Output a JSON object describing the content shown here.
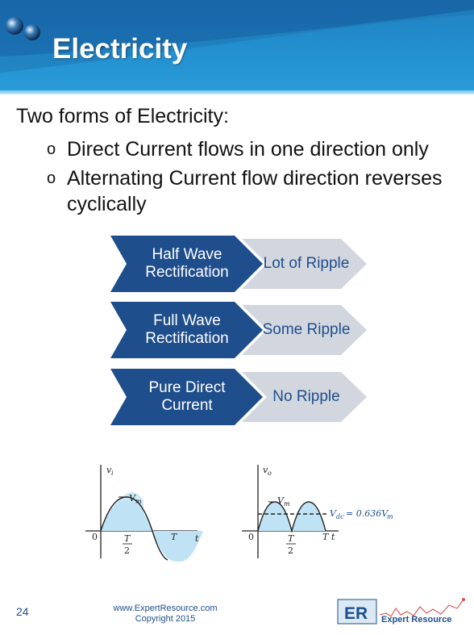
{
  "slide": {
    "title": "Electricity",
    "intro": "Two forms of Electricity:",
    "bullets": [
      "Direct Current flows in one direction only",
      "Alternating Current flow direction reverses cyclically"
    ],
    "bullet_marker": "o",
    "colors": {
      "header": "#1e86c9",
      "chevron_dark": "#1f4e8c",
      "chevron_light": "#d2d6de"
    }
  },
  "chevrons": [
    {
      "left": "Half Wave Rectification",
      "right": "Lot of Ripple"
    },
    {
      "left": "Full Wave Rectification",
      "right": "Some Ripple"
    },
    {
      "left": "Pure Direct Current",
      "right": "No Ripple"
    }
  ],
  "waveforms": {
    "ac": {
      "y_label": "v",
      "y_sub": "i",
      "peak_label": "V",
      "peak_sub": "m",
      "origin": "0",
      "half_period_num": "T",
      "half_period_den": "2",
      "period": "T",
      "t_label": "t"
    },
    "dc": {
      "y_label": "v",
      "y_sub": "o",
      "peak_label": "V",
      "peak_sub": "m",
      "origin": "0",
      "half_period_num": "T",
      "half_period_den": "2",
      "period": "T",
      "t_label": "t",
      "vdc_label": "V",
      "vdc_sub": "dc",
      "vdc_eq": "= 0.636V",
      "vdc_eq_sub": "m"
    }
  },
  "footer": {
    "page_number": "24",
    "website": "www.ExpertResource.com",
    "copyright": "Copyright 2015",
    "logo_initials": "ER",
    "logo_name": "Expert Resource"
  }
}
